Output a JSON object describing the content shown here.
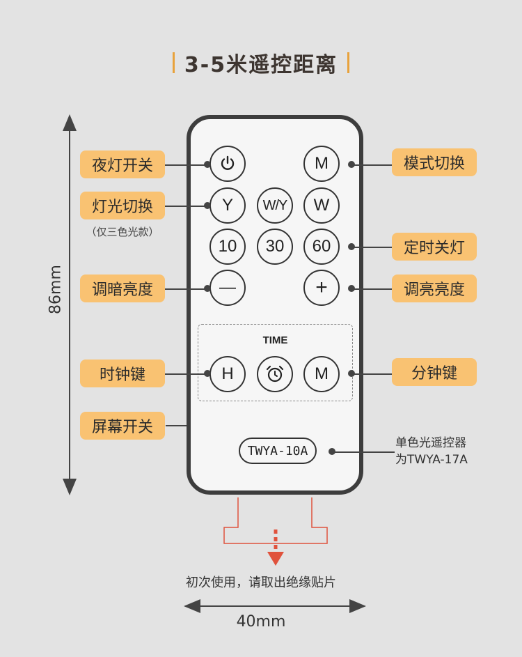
{
  "title": "3-5米遥控距离",
  "remote": {
    "buttons": {
      "power_label": "",
      "mode_label": "M",
      "yellow_label": "Y",
      "white_yellow_label": "W/Y",
      "white_label": "W",
      "timer10_label": "10",
      "timer30_label": "30",
      "timer60_label": "60",
      "dim_label": "—",
      "bright_label": "+",
      "hour_label": "H",
      "minute_label": "M"
    },
    "time_label": "TIME",
    "model": "TWYA-10A"
  },
  "callouts": {
    "night_light": "夜灯开关",
    "light_switch": "灯光切换",
    "light_switch_sub": "（仅三色光款）",
    "dim": "调暗亮度",
    "hour": "时钟键",
    "screen": "屏幕开关",
    "mode": "模式切换",
    "timer_off": "定时关灯",
    "brighten": "调亮亮度",
    "minute": "分钟键",
    "model_note_1": "单色光遥控器",
    "model_note_2": "为TWYA-17A"
  },
  "bottom_note": "初次使用，请取出绝缘贴片",
  "dimensions": {
    "height": "86mm",
    "width": "40mm"
  },
  "colors": {
    "background": "#e3e3e3",
    "tag": "#f9c272",
    "accent": "#e8a23c",
    "tab_arrow": "#e0523c"
  }
}
